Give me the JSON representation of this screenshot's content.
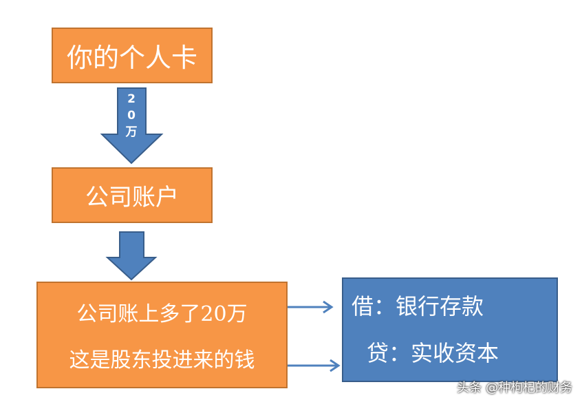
{
  "boxes": {
    "personal_card": "你的个人卡",
    "company_account": "公司账户",
    "increase_line": "公司账上多了20万",
    "source_line": "这是股东投进来的钱",
    "debit_line": "借：银行存款",
    "credit_line": "贷：实收资本"
  },
  "arrow_label": {
    "chars": [
      "2",
      "0",
      "万"
    ]
  },
  "watermark": "头条 @种枸杞的财务",
  "colors": {
    "orange": "#f79646",
    "blue": "#4f81bd"
  }
}
